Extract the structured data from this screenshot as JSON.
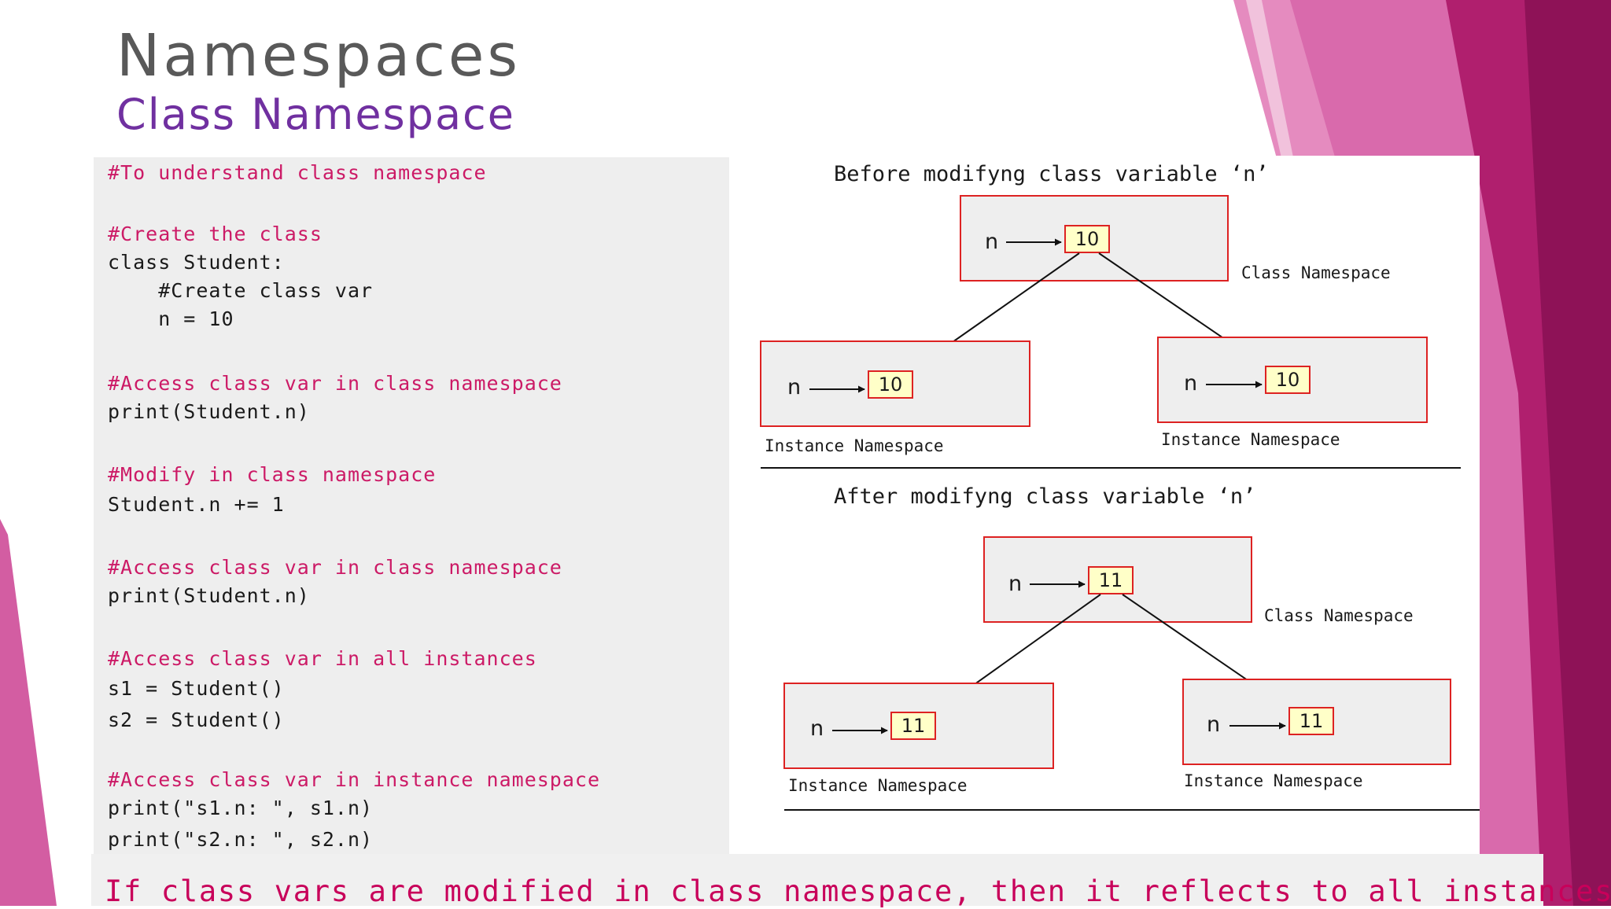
{
  "slide": {
    "title": "Namespaces",
    "subtitle": "Class Namespace",
    "colors": {
      "accent_magenta": "#c8005a",
      "subtitle_purple": "#7030a0",
      "title_gray": "#595959",
      "box_border_red": "#dd2222",
      "value_box_yellow": "#ffffc8"
    }
  },
  "code": {
    "lines": [
      {
        "text": "#To understand class namespace",
        "kind": "comment"
      },
      {
        "text": "#Create the class",
        "kind": "comment"
      },
      {
        "text": "class Student:",
        "kind": "code"
      },
      {
        "text": "    #Create class var",
        "kind": "code"
      },
      {
        "text": "    n = 10",
        "kind": "code"
      },
      {
        "text": "#Access class var in class namespace",
        "kind": "comment"
      },
      {
        "text": "print(Student.n)",
        "kind": "code"
      },
      {
        "text": "#Modify in class namespace",
        "kind": "comment"
      },
      {
        "text": "Student.n += 1",
        "kind": "code"
      },
      {
        "text": "#Access class var in class namespace",
        "kind": "comment"
      },
      {
        "text": "print(Student.n)",
        "kind": "code"
      },
      {
        "text": "#Access class var in all instances",
        "kind": "comment"
      },
      {
        "text": "s1 = Student()",
        "kind": "code"
      },
      {
        "text": "s2 = Student()",
        "kind": "code"
      },
      {
        "text": "#Access class var in instance namespace",
        "kind": "comment"
      },
      {
        "text": "print(\"s1.n: \", s1.n)",
        "kind": "code"
      },
      {
        "text": "print(\"s2.n: \", s2.n)",
        "kind": "code"
      }
    ]
  },
  "diagram": {
    "before": {
      "heading": "Before modifyng class variable ‘n’",
      "class_ns": {
        "var": "n",
        "value": "10",
        "label": "Class Namespace"
      },
      "instances": [
        {
          "var": "n",
          "value": "10",
          "label": "Instance Namespace"
        },
        {
          "var": "n",
          "value": "10",
          "label": "Instance Namespace"
        }
      ]
    },
    "after": {
      "heading": "After modifyng class variable ‘n’",
      "class_ns": {
        "var": "n",
        "value": "11",
        "label": "Class Namespace"
      },
      "instances": [
        {
          "var": "n",
          "value": "11",
          "label": "Instance Namespace"
        },
        {
          "var": "n",
          "value": "11",
          "label": "Instance Namespace"
        }
      ]
    }
  },
  "footer": {
    "text": "If class vars are modified in class namespace, then it reflects to all instances"
  }
}
